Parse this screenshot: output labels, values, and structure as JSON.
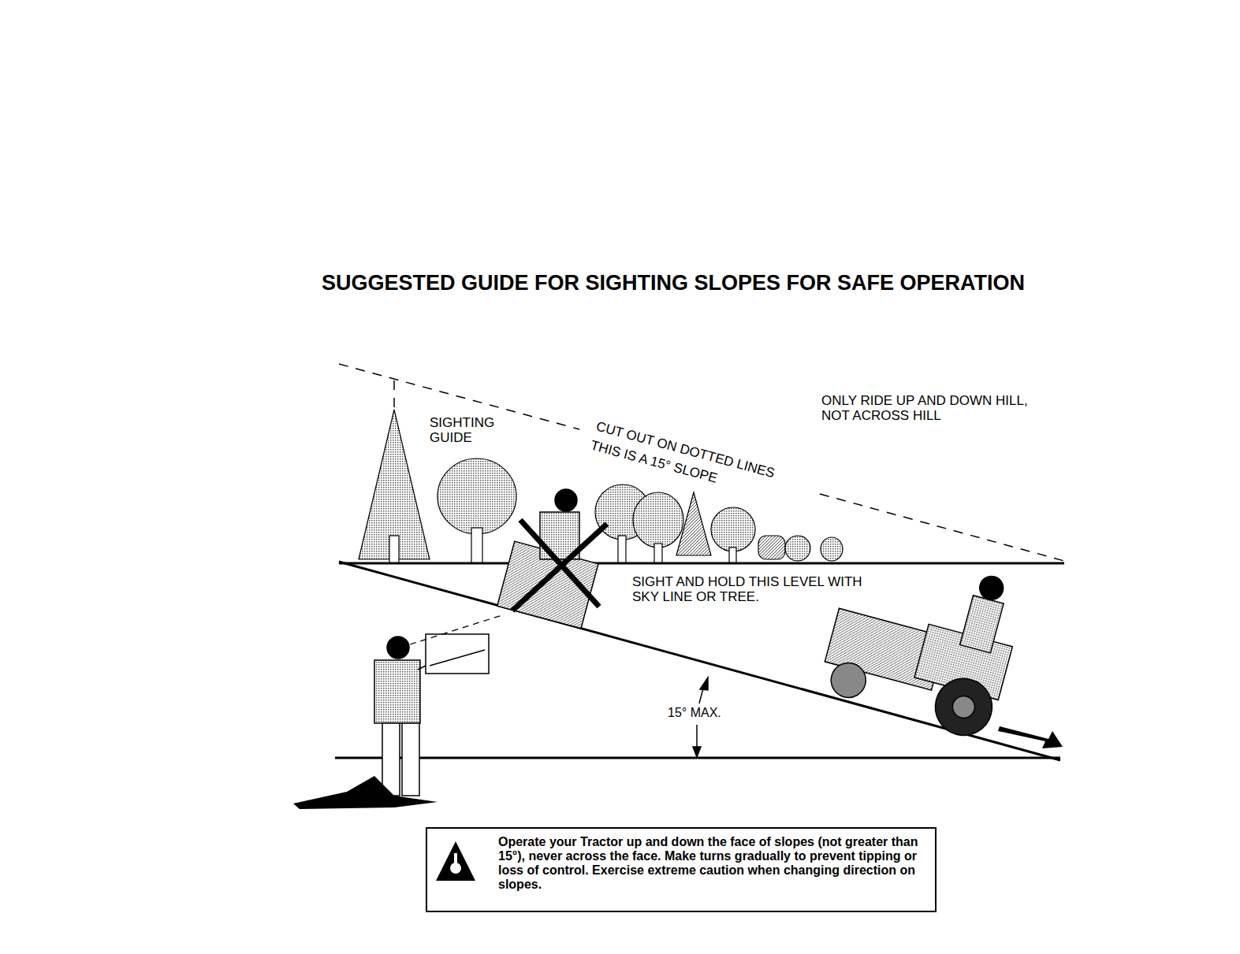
{
  "diagram": {
    "title": "SUGGESTED GUIDE FOR SIGHTING SLOPES FOR SAFE OPERATION",
    "nodes": [
      {
        "text": [
          "Operate your Tractor up and down the face of slopes (not greater than 15°), never across the face. Make turns gradually to prevent tipping or loss of control. Exercise extreme caution when changing direction on slopes."
        ]
      }
    ],
    "edges": [],
    "labels": [
      "SIGHTING GUIDE",
      "CUT OUT ON DOTTED LINES",
      "THIS IS A 15° SLOPE",
      "ONLY RIDE UP AND DOWN HILL, NOT ACROSS HILL",
      "SIGHT AND HOLD THIS LEVEL WITH SKY LINE OR TREE.",
      "15° MAX."
    ]
  }
}
